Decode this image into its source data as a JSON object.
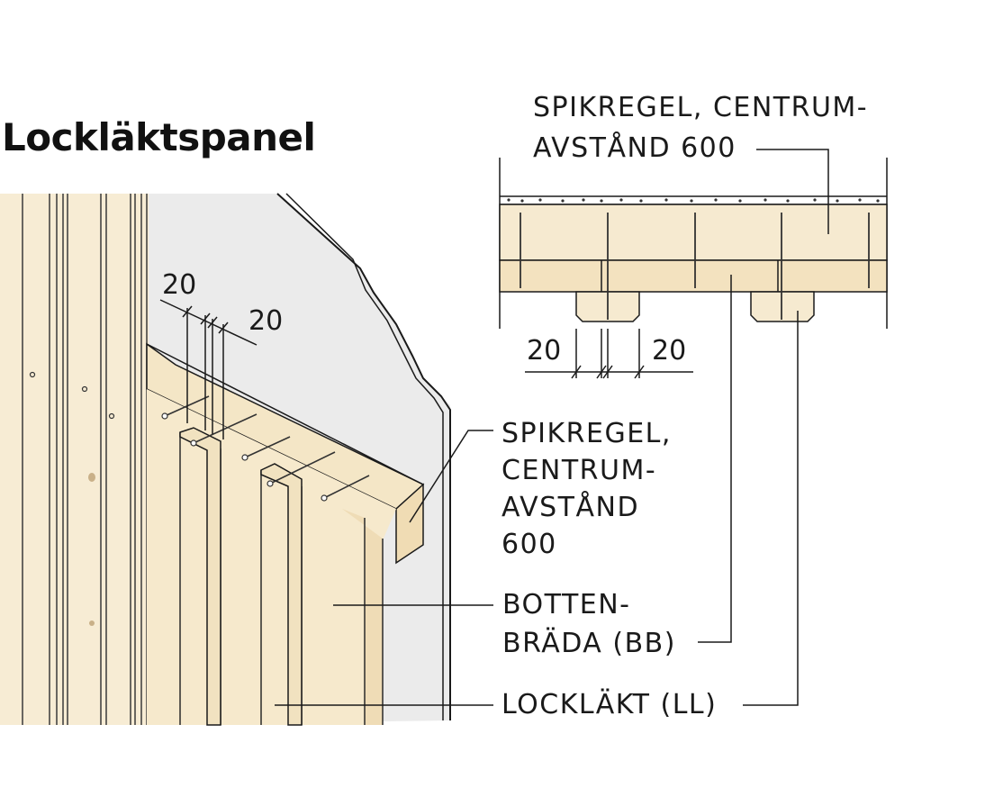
{
  "title": "Lockläktspanel",
  "section_labels": {
    "spikregel_line1": "SPIKREGEL, CENTRUM-",
    "spikregel_line2": "AVSTÅND 600"
  },
  "detail_labels": {
    "spikregel": [
      "SPIKREGEL,",
      "CENTRUM-",
      "AVSTÅND",
      "600"
    ],
    "bottenbrada": [
      "BOTTEN-",
      "BRÄDA (BB)"
    ],
    "locklakt": "LOCKLÄKT (LL)"
  },
  "dimensions": {
    "iso_left": "20",
    "iso_right": "20",
    "section_left": "20",
    "section_right": "20"
  },
  "colors": {
    "wood": "#f6ead0",
    "wood_dark": "#e6d4ae",
    "wall": "#ebebeb",
    "line": "#1a1a1a"
  }
}
